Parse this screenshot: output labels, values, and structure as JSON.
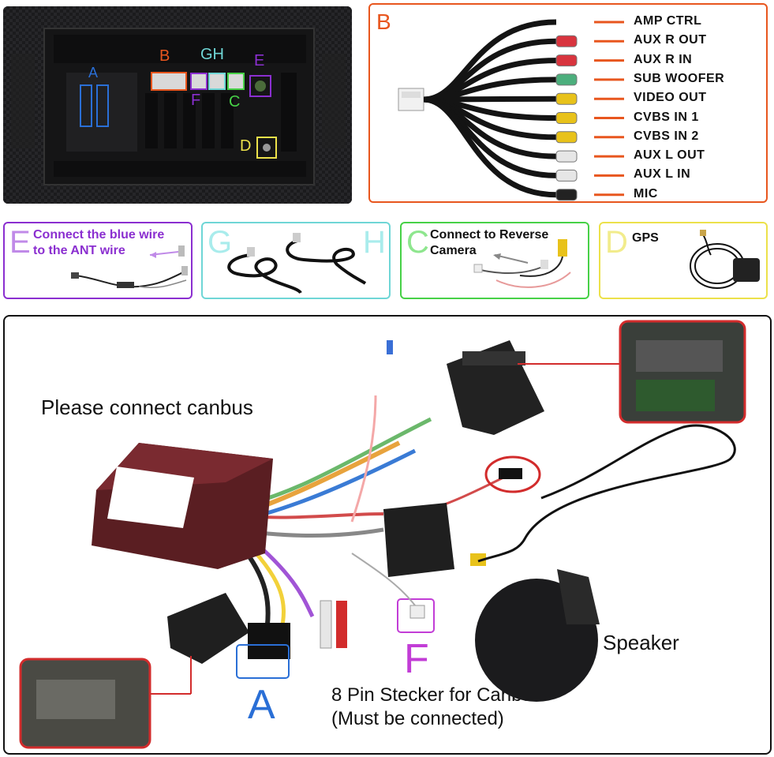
{
  "head_unit": {
    "labels": {
      "a": "A",
      "b": "B",
      "gh": "GH",
      "e": "E",
      "f": "F",
      "c": "C",
      "d": "D"
    }
  },
  "panel_b": {
    "letter": "B",
    "wires": [
      {
        "label": "AMP CTRL",
        "plug_color": "none"
      },
      {
        "label": "AUX  R  OUT",
        "plug_color": "#d8343e"
      },
      {
        "label": "AUX  R  IN",
        "plug_color": "#d8343e"
      },
      {
        "label": "SUB  WOOFER",
        "plug_color": "#4caf7d"
      },
      {
        "label": "VIDEO  OUT",
        "plug_color": "#e8c21a"
      },
      {
        "label": "CVBS IN 1",
        "plug_color": "#e8c21a"
      },
      {
        "label": "CVBS IN 2",
        "plug_color": "#e8c21a"
      },
      {
        "label": "AUX  L  OUT",
        "plug_color": "#e6e6e6"
      },
      {
        "label": "AUX  L  IN",
        "plug_color": "#e6e6e6"
      },
      {
        "label": "MIC",
        "plug_color": "#222222"
      }
    ]
  },
  "panel_e": {
    "letter": "E",
    "line1": "Connect the blue wire",
    "line2": "to the ANT wire"
  },
  "panel_gh": {
    "letter_g": "G",
    "letter_h": "H"
  },
  "panel_c": {
    "letter": "C",
    "line1": "Connect to Reverse",
    "line2": "Camera"
  },
  "panel_d": {
    "letter": "D",
    "label": "GPS"
  },
  "main": {
    "canbus_text": "Please connect canbus",
    "speaker_text": "Speaker",
    "letter_a": "A",
    "letter_f": "F",
    "stecker_line1": "8 Pin Stecker for Canbus",
    "stecker_line2": "(Must be connected)"
  },
  "colors": {
    "a": "#2a6fd6",
    "b": "#e8561e",
    "gh": "#6fd6d6",
    "e": "#8b2fd0",
    "c": "#47d147",
    "d": "#ece14a",
    "callout": "#d22c2c"
  }
}
